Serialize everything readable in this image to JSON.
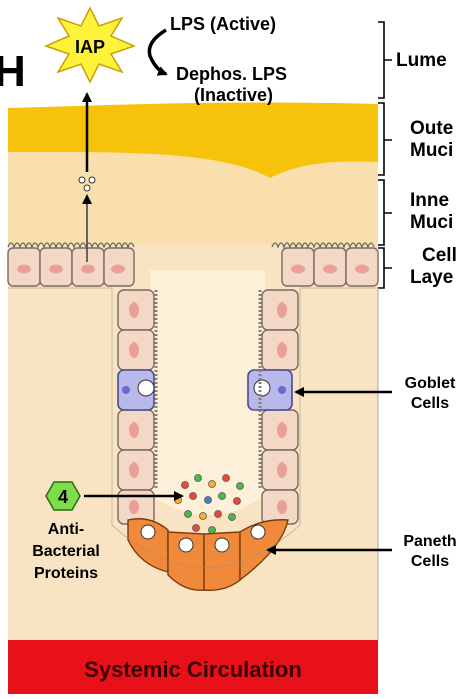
{
  "corner_letter": "H",
  "iap": {
    "label": "IAP"
  },
  "lps": {
    "active": "LPS (Active)",
    "dephos_line1": "Dephos. LPS",
    "dephos_line2": "(Inactive)"
  },
  "layers": {
    "lumen": "Lume",
    "outer_mucus_line1": "Oute",
    "outer_mucus_line2": "Muci",
    "inner_mucus_line1": "Inne",
    "inner_mucus_line2": "Muci",
    "cell_layer_line1": "Cell",
    "cell_layer_line2": "Laye"
  },
  "goblet": {
    "line1": "Goblet",
    "line2": "Cells"
  },
  "paneth": {
    "line1": "Paneth",
    "line2": "Cells"
  },
  "antibacterial": {
    "number": "4",
    "line1": "Anti-",
    "line2": "Bacterial",
    "line3": "Proteins"
  },
  "systemic": {
    "label": "Systemic Circulation"
  },
  "colors": {
    "outer_mucus": "#f7c20a",
    "inner_mucus": "#f9dfae",
    "tissue": "#f8e4c2",
    "systemic": "#e8111a",
    "iap_star": "#fff23a",
    "hexagon": "#7ddc4a",
    "paneth_cell": "#f08a3a",
    "goblet_cell": "#b8b8ea"
  }
}
